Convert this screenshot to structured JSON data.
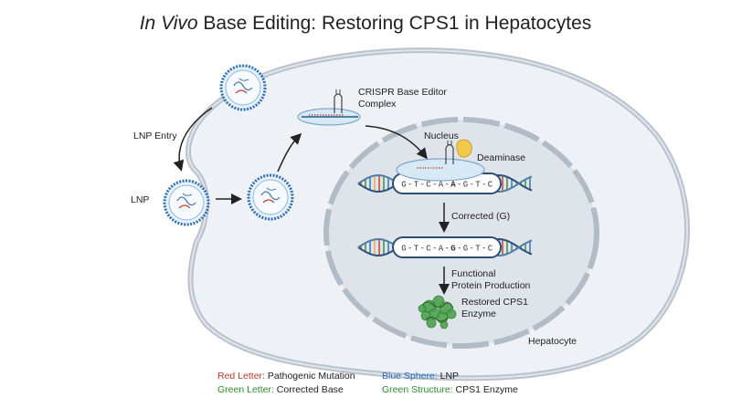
{
  "title": {
    "italic": "In Vivo",
    "rest": " Base Editing: Restoring CPS1 in Hepatocytes"
  },
  "labels": {
    "lnp_entry": "LNP Entry",
    "lnp": "LNP",
    "crispr_line1": "CRISPR Base Editor",
    "crispr_line2": "Complex",
    "nucleus": "Nucleus",
    "deaminase": "Deaminase",
    "corrected": "Corrected (G)",
    "functional_line1": "Functional",
    "functional_line2": "Protein Production",
    "restored_line1": "Restored CPS1",
    "restored_line2": "Enzyme",
    "hepatocyte": "Hepatocyte"
  },
  "dna_top": {
    "bases": [
      "G",
      "T",
      "C",
      "A",
      "A",
      "G",
      "T",
      "C"
    ],
    "highlight_index": 4,
    "highlight_color": "#c0392b"
  },
  "dna_bottom": {
    "bases": [
      "G",
      "T",
      "C",
      "A",
      "G",
      "G",
      "T",
      "C"
    ],
    "highlight_index": 4,
    "highlight_color": "#2e8b2e"
  },
  "legend": {
    "red_key": "Red Letter:",
    "red_val": " Pathogenic Mutation",
    "green_key": "Green Letter:",
    "green_val": " Corrected Base",
    "blue_key": "Blue Sphere:",
    "blue_val": " LNP",
    "gstruct_key": "Green Structure:",
    "gstruct_val": " CPS1 Enzyme"
  },
  "colors": {
    "cell_fill": "#eef1f5",
    "cell_stroke": "#b9c2cd",
    "nucleus_fill": "#dfe4ea",
    "lnp_blue": "#2c6fb5",
    "mutation_red": "#c0392b",
    "corrected_green": "#2e8b2e",
    "deaminase_yellow": "#f2c94c"
  }
}
